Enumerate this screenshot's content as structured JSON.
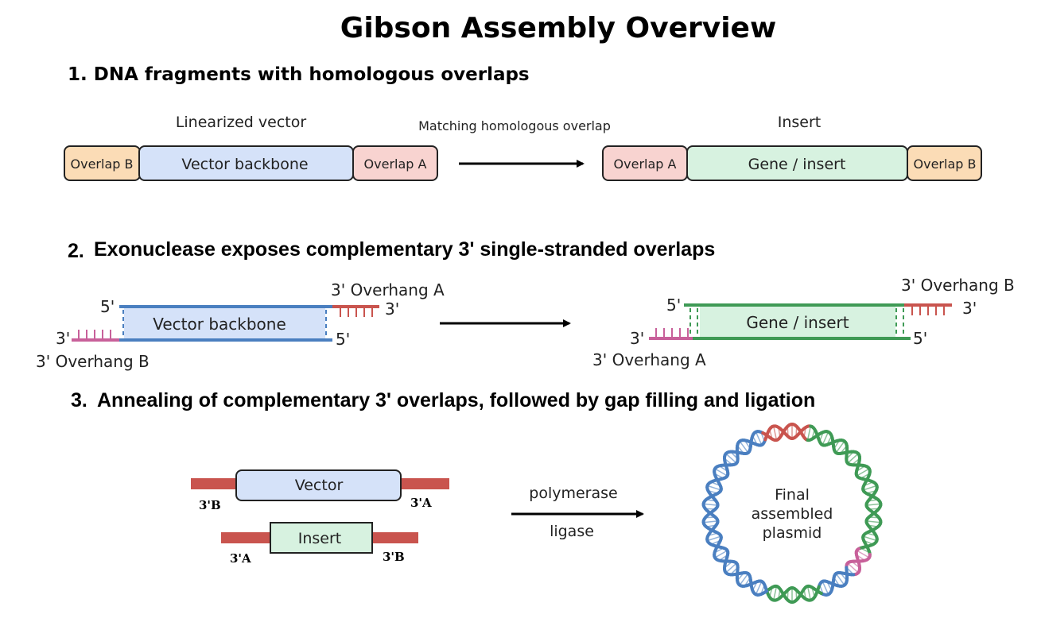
{
  "title": "Gibson Assembly Overview",
  "colors": {
    "overlap_b_fill": "#fbdcb6",
    "overlap_a_fill": "#f8d3d0",
    "vector_fill": "#d5e2f9",
    "insert_fill": "#d7f2e0",
    "blue_strand": "#4a7fc0",
    "green_strand": "#3f9a55",
    "red_strand": "#c9544e",
    "pink_strand": "#c8609a"
  },
  "step1": {
    "heading": "1. DNA fragments with homologous overlaps",
    "linearized_label": "Linearized vector",
    "matching_label": "Matching homologous overlap",
    "insert_label": "Insert",
    "vector": {
      "overlap_left": "Overlap B",
      "backbone": "Vector backbone",
      "overlap_right": "Overlap A"
    },
    "insert": {
      "overlap_left": "Overlap A",
      "body": "Gene / insert",
      "overlap_right": "Overlap B"
    }
  },
  "step2": {
    "heading_num": "2.",
    "heading_text": "Exonuclease exposes complementary 3' single-stranded overlaps",
    "vector": {
      "body": "Vector backbone",
      "top_left_end": "5'",
      "top_right_end": "3'",
      "bottom_left_end": "3'",
      "bottom_right_end": "5'",
      "overhang_top": "3' Overhang A",
      "overhang_bottom": "3' Overhang B"
    },
    "insert": {
      "body": "Gene / insert",
      "top_left_end": "5'",
      "top_right_end": "3'",
      "bottom_left_end": "3'",
      "bottom_right_end": "5'",
      "overhang_top": "3' Overhang B",
      "overhang_bottom": "3' Overhang A"
    }
  },
  "step3": {
    "heading_num": "3.",
    "heading_text": "Annealing of complementary 3' overlaps, followed by gap filling and ligation",
    "vector_label": "Vector",
    "vector_left_end": "3'B",
    "vector_right_end": "3'A",
    "insert_label": "Insert",
    "insert_left_end": "3'A",
    "insert_right_end": "3'B",
    "arrow_top_label": "polymerase",
    "arrow_bottom_label": "ligase",
    "plasmid_line1": "Final",
    "plasmid_line2": "assembled",
    "plasmid_line3": "plasmid"
  }
}
